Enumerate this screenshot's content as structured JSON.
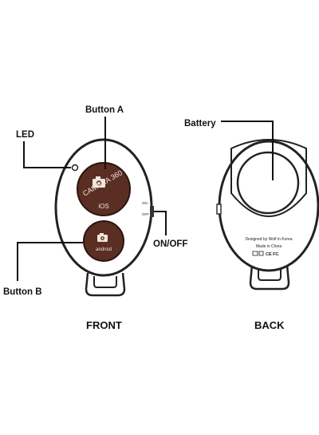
{
  "labels": {
    "button_a": "Button A",
    "led": "LED",
    "button_b": "Button B",
    "on_off": "ON/OFF",
    "battery": "Battery"
  },
  "captions": {
    "front": "FRONT",
    "back": "BACK"
  },
  "switch": {
    "on": "ON",
    "off": "OFF"
  },
  "button_a": {
    "line1": "CAMERA 360",
    "line2": "iOS"
  },
  "button_b": {
    "line1": "android"
  },
  "back_text": {
    "line1": "Designed by Wolf in Korea",
    "line2": "Made in China",
    "marks": "CE FC"
  },
  "colors": {
    "button_fill": "#5a2e22",
    "outline": "#222222",
    "text": "#111111"
  },
  "icons": [
    "camera-icon",
    "camera-icon"
  ]
}
